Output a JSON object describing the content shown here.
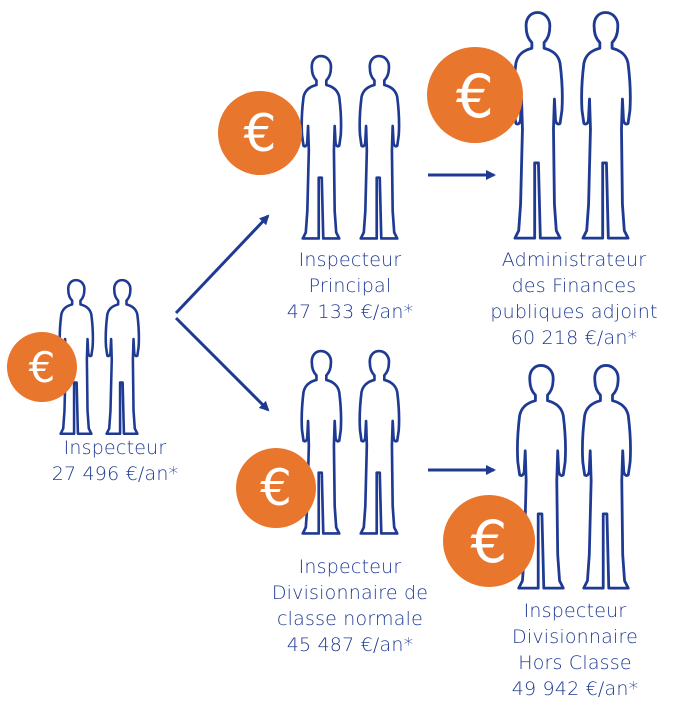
{
  "colors": {
    "figure_stroke": "#1f3a93",
    "coin_fill": "#e8762d",
    "text": "#1f3a93"
  },
  "icons": {
    "person": "person-silhouette-icon",
    "coin": "euro-coin-icon",
    "arrow": "arrow-right-icon"
  },
  "coin_symbol": "€",
  "nodes": {
    "inspecteur": {
      "lines": [
        "Inspecteur",
        "27 496 €/an*"
      ]
    },
    "principal": {
      "lines": [
        "Inspecteur",
        "Principal",
        "47 133 €/an*"
      ]
    },
    "administrateur": {
      "lines": [
        "Administrateur",
        "des Finances",
        "publiques adjoint",
        "60 218 €/an*"
      ]
    },
    "divisionnaire_normale": {
      "lines": [
        "Inspecteur",
        "Divisionnaire de",
        "classe normale",
        "45 487 €/an*"
      ]
    },
    "divisionnaire_hors_classe": {
      "lines": [
        "Inspecteur",
        "Divisionnaire",
        "Hors Classe",
        "49 942 €/an*"
      ]
    }
  }
}
